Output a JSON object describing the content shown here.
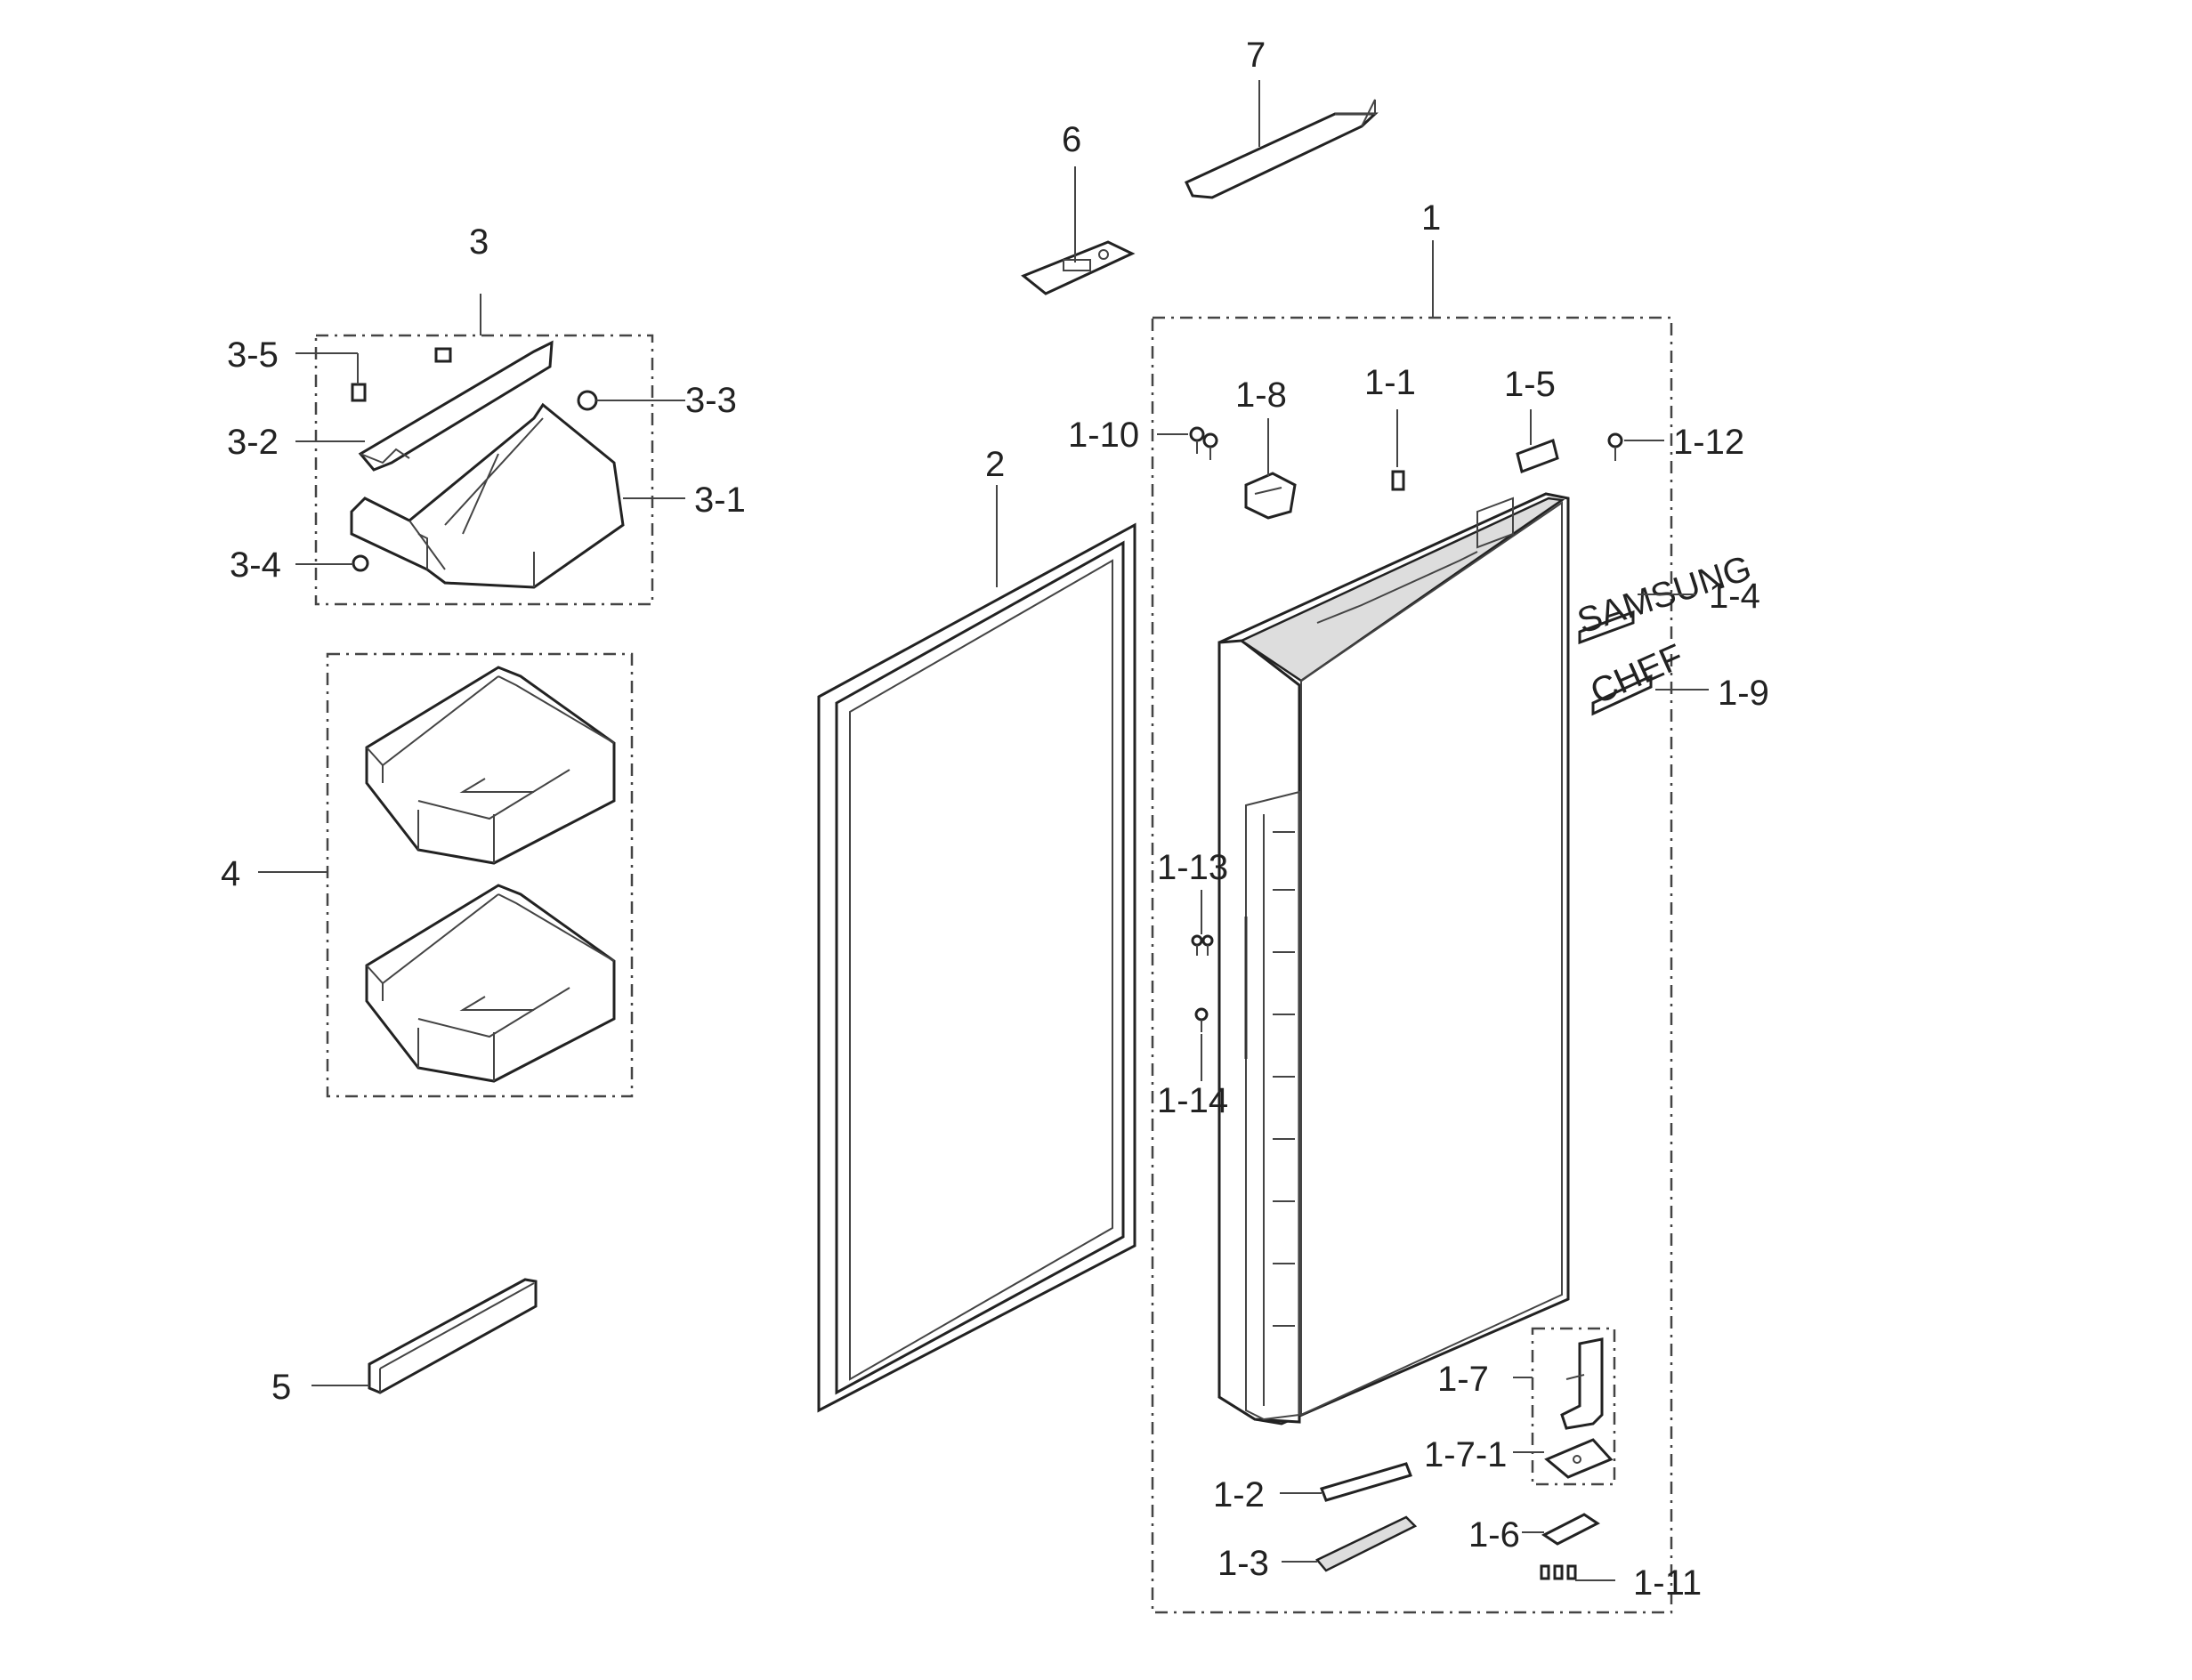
{
  "labels": {
    "p1": "1",
    "p2": "2",
    "p3": "3",
    "p4": "4",
    "p5": "5",
    "p6": "6",
    "p7": "7",
    "p1_1": "1-1",
    "p1_2": "1-2",
    "p1_3": "1-3",
    "p1_4": "1-4",
    "p1_5": "1-5",
    "p1_6": "1-6",
    "p1_7": "1-7",
    "p1_7_1": "1-7-1",
    "p1_8": "1-8",
    "p1_9": "1-9",
    "p1_10": "1-10",
    "p1_11": "1-11",
    "p1_12": "1-12",
    "p1_13": "1-13",
    "p1_14": "1-14",
    "p3_1": "3-1",
    "p3_2": "3-2",
    "p3_3": "3-3",
    "p3_4": "3-4",
    "p3_5": "3-5"
  },
  "badges": {
    "samsung": "SAMSUNG",
    "chef": "CHEF"
  }
}
